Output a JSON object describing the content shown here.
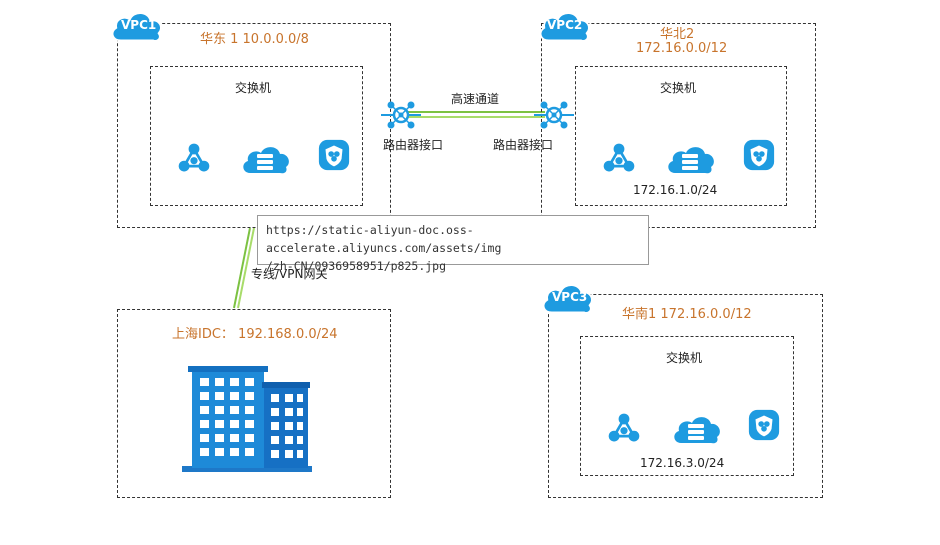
{
  "vpc1": {
    "badge": "VPC1",
    "region": "华东 1 10.0.0.0/8",
    "switch_label": "交换机"
  },
  "vpc2": {
    "badge": "VPC2",
    "region_line1": "华北2",
    "region_line2": "172.16.0.0/12",
    "switch_label": "交换机",
    "subnet": "172.16.1.0/24"
  },
  "vpc3": {
    "badge": "VPC3",
    "region": "华南1 172.16.0.0/12",
    "switch_label": "交换机",
    "subnet": "172.16.3.0/24"
  },
  "link": {
    "channel_label": "高速通道",
    "router_left": "路由器接口",
    "router_right": "路由器接口",
    "vpn_label": "专线/VPN网关"
  },
  "idc": {
    "label": "上海IDC： 192.168.0.0/24"
  },
  "tooltip": {
    "line1": "https://static-aliyun-doc.oss-accelerate.aliyuncs.com/assets/img",
    "line2": "/zh-CN/0936958951/p825.jpg"
  },
  "colors": {
    "accent_blue": "#1e9be0",
    "region_orange": "#c8742c",
    "link_green": "#8fd14f"
  },
  "icons": [
    "share-nodes-icon",
    "cloud-database-icon",
    "shield-icon",
    "router-icon",
    "building-icon",
    "cloud-icon"
  ]
}
